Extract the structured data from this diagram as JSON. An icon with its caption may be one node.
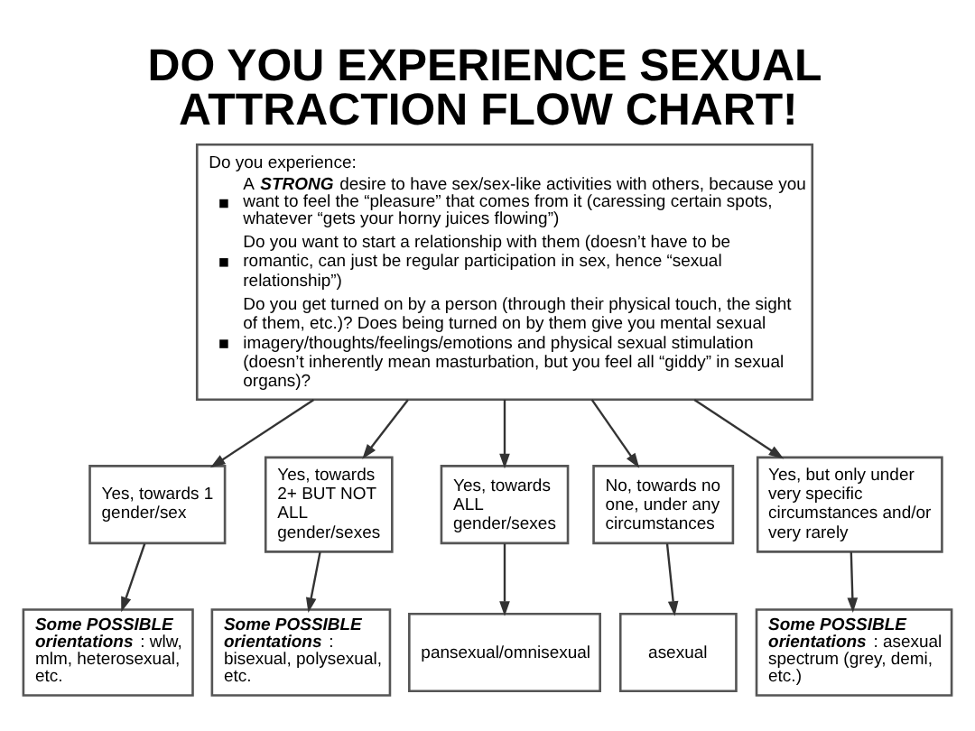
{
  "diagram": {
    "title": "DO YOU EXPERIENCE SEXUAL ATTRACTION FLOW CHART!",
    "nodes": [
      {
        "text": [
          "Do you experience:",
          "A **STRONG** desire to have sex/sex-like activities with others, because you want to feel the “pleasure” that comes from it (caressing certain spots, whatever “gets your horny juices flowing”)",
          "Do you want to start a relationship with them (doesn’t have to be romantic, can just be regular participation in sex, hence “sexual relationship”)",
          "Do you get turned on by a person (through their physical touch, the sight of them, etc.)? Does being turned on by them give you mental sexual imagery/thoughts/feelings/emotions and physical sexual stimulation (doesn’t inherently mean masturbation, but you feel all “giddy” in sexual organs)?"
        ]
      },
      {
        "text": [
          "Yes, towards 1 gender/sex"
        ]
      },
      {
        "text": [
          "Yes, towards 2+ BUT NOT ALL gender/sexes"
        ]
      },
      {
        "text": [
          "Yes, towards ALL gender/sexes"
        ]
      },
      {
        "text": [
          "No, towards no one, under any circumstances"
        ]
      },
      {
        "text": [
          "Yes, but only under very specific circumstances and/or very rarely"
        ]
      },
      {
        "text": [
          "**Some POSSIBLE orientations**: wlw, mlm, heterosexual, etc."
        ]
      },
      {
        "text": [
          "**Some POSSIBLE orientations**: bisexual, polysexual, etc."
        ]
      },
      {
        "text": [
          "pansexual/omnisexual"
        ]
      },
      {
        "text": [
          "asexual"
        ]
      },
      {
        "text": [
          "**Some POSSIBLE orientations**: asexual spectrum (grey, demi, etc.)"
        ]
      }
    ],
    "edges": [
      {
        "from": 0,
        "to": 1,
        "arrow": "to"
      },
      {
        "from": 0,
        "to": 2,
        "arrow": "to"
      },
      {
        "from": 0,
        "to": 3,
        "arrow": "to"
      },
      {
        "from": 0,
        "to": 4,
        "arrow": "to"
      },
      {
        "from": 0,
        "to": 5,
        "arrow": "to"
      },
      {
        "from": 1,
        "to": 6,
        "arrow": "to"
      },
      {
        "from": 2,
        "to": 7,
        "arrow": "to"
      },
      {
        "from": 3,
        "to": 8,
        "arrow": "to"
      },
      {
        "from": 4,
        "to": 9,
        "arrow": "to"
      },
      {
        "from": 5,
        "to": 10,
        "arrow": "to"
      }
    ]
  }
}
